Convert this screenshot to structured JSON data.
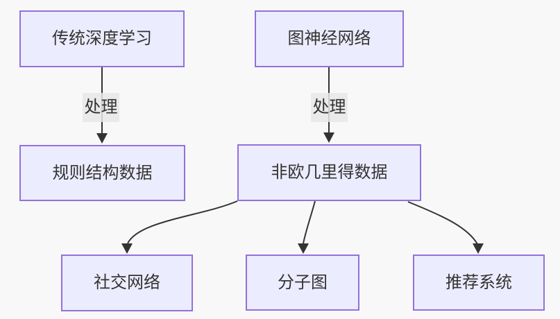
{
  "diagram": {
    "type": "flowchart-top-down",
    "nodes": [
      {
        "id": "traditional-deep-learning",
        "label": "传统深度学习"
      },
      {
        "id": "graph-neural-network",
        "label": "图神经网络"
      },
      {
        "id": "regular-structured-data",
        "label": "规则结构数据"
      },
      {
        "id": "non-euclidean-data",
        "label": "非欧几里得数据"
      },
      {
        "id": "social-network",
        "label": "社交网络"
      },
      {
        "id": "molecular-graph",
        "label": "分子图"
      },
      {
        "id": "recommendation-system",
        "label": "推荐系统"
      }
    ],
    "edges": [
      {
        "from": "传统深度学习",
        "to": "规则结构数据",
        "label": "处理"
      },
      {
        "from": "图神经网络",
        "to": "非欧几里得数据",
        "label": "处理"
      },
      {
        "from": "非欧几里得数据",
        "to": "社交网络",
        "label": ""
      },
      {
        "from": "非欧几里得数据",
        "to": "分子图",
        "label": ""
      },
      {
        "from": "非欧几里得数据",
        "to": "推荐系统",
        "label": ""
      }
    ],
    "colors": {
      "background": "#f8f8f8",
      "node_fill": "#ECECFF",
      "node_border": "#9370DB",
      "edge_color": "#333333",
      "edge_label_bg": "#e8e8e8",
      "text_color": "#333333"
    }
  }
}
